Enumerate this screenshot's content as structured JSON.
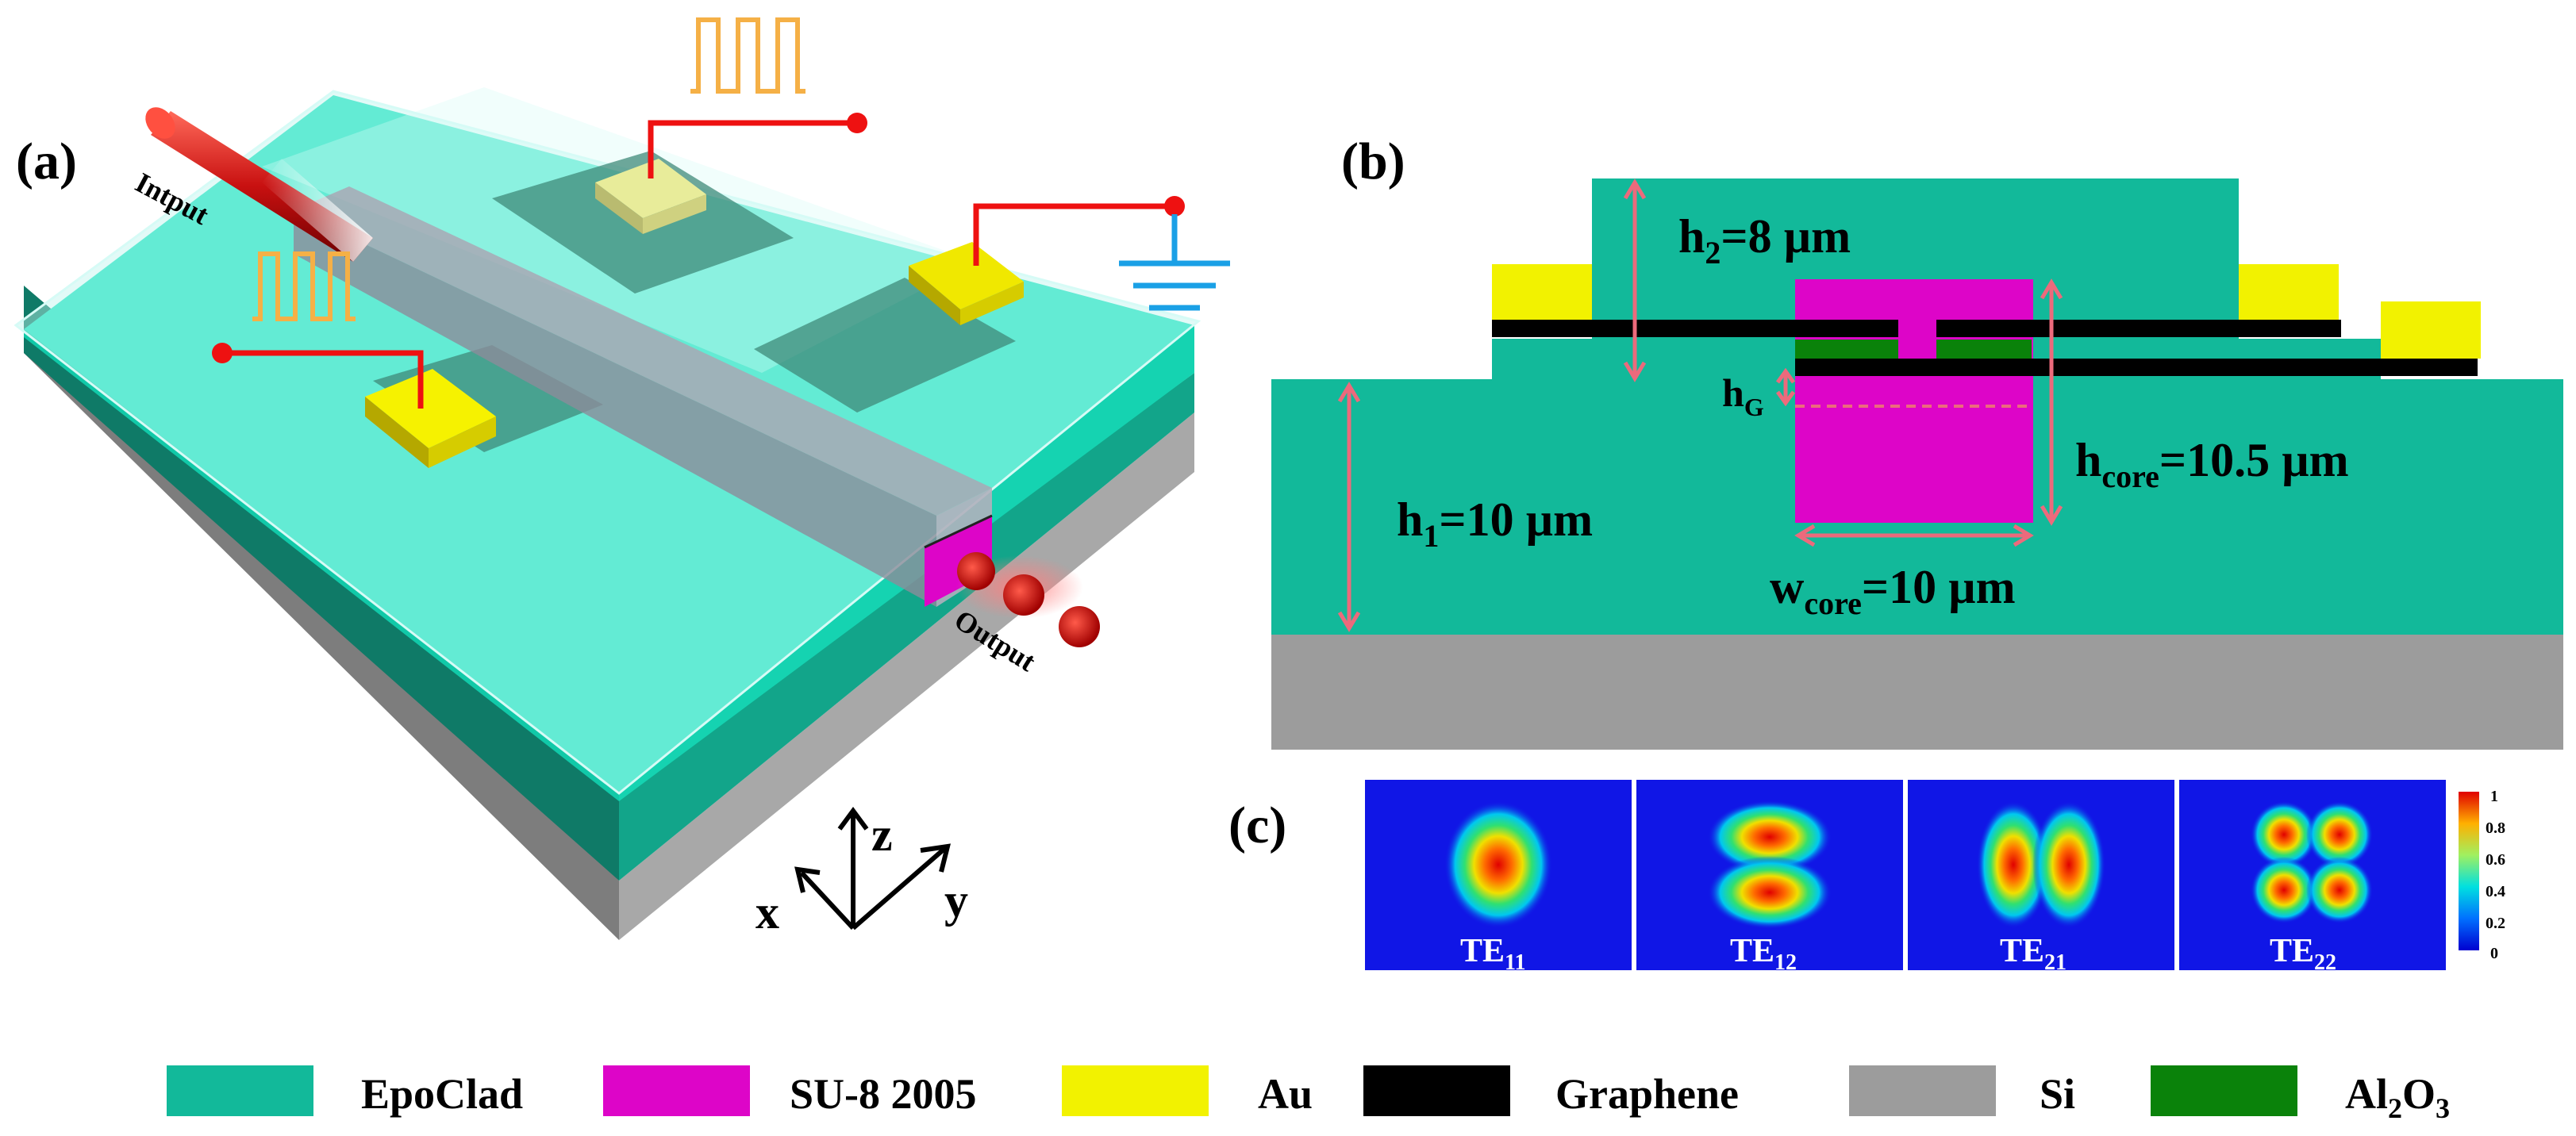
{
  "panels": {
    "a": {
      "label": "(a)",
      "input_text": "Intput",
      "output_text": "Output",
      "axes": {
        "x": "x",
        "y": "y",
        "z": "z"
      }
    },
    "b": {
      "label": "(b)",
      "h2": {
        "main": "h",
        "sub": "2",
        "rest": "=8 µm"
      },
      "h1": {
        "main": "h",
        "sub": "1",
        "rest": "=10 µm"
      },
      "hG": {
        "main": "h",
        "sub": "G"
      },
      "hcore": {
        "main": "h",
        "sub": "core",
        "rest": "=10.5 µm"
      },
      "wcore": {
        "main": "w",
        "sub": "core",
        "rest": "=10 µm"
      }
    },
    "c": {
      "label": "(c)",
      "modes": [
        {
          "main": "TE",
          "sub": "11"
        },
        {
          "main": "TE",
          "sub": "12"
        },
        {
          "main": "TE",
          "sub": "21"
        },
        {
          "main": "TE",
          "sub": "22"
        }
      ],
      "colorbar_ticks": [
        "1",
        "0.8",
        "0.6",
        "0.4",
        "0.2",
        "0"
      ]
    }
  },
  "legend": [
    {
      "label": "EpoClad",
      "color": "#12b99a"
    },
    {
      "label": "SU-8 2005",
      "color": "#dd05c8"
    },
    {
      "label": "Au",
      "color": "#f2f200"
    },
    {
      "label": "Graphene",
      "color": "#000000"
    },
    {
      "label": "Si",
      "color": "#9c9c9c"
    },
    {
      "label": "Al",
      "sub1": "2",
      "mid": "O",
      "sub2": "3",
      "color": "#0a820a"
    }
  ],
  "colors": {
    "epoclad": "#12b99a",
    "su8": "#dd05c8",
    "au": "#f2f200",
    "graphene": "#000000",
    "si": "#9c9c9c",
    "al2o3": "#0a820a",
    "dimension": "#ec6a7c",
    "wire": "#ee1111",
    "pulse": "#f5b046",
    "ground": "#1aa0e6",
    "mode_bg": "#1016e6"
  }
}
